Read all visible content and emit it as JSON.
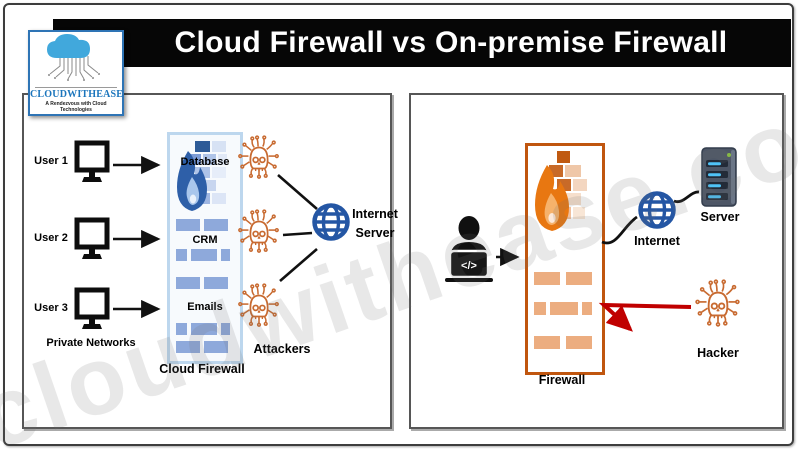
{
  "header": {
    "title": "Cloud Firewall vs On-premise Firewall"
  },
  "logo": {
    "name": "CLOUDWITHEASE",
    "tagline": "A Rendezvous with Cloud Technologies"
  },
  "watermark": {
    "text": "cloudwithease.com"
  },
  "left_panel": {
    "users": [
      {
        "label": "User 1"
      },
      {
        "label": "User 2"
      },
      {
        "label": "User 3"
      }
    ],
    "private_networks_label": "Private Networks",
    "cloud_firewall": {
      "label": "Cloud Firewall",
      "services": [
        {
          "name": "Database"
        },
        {
          "name": "CRM"
        },
        {
          "name": "Emails"
        }
      ]
    },
    "attackers_label": "Attackers",
    "internet_server_label": {
      "line1": "Internet",
      "line2": "Server"
    }
  },
  "right_panel": {
    "laptop_glyph": "</>",
    "firewall_label": "Firewall",
    "internet_label": "Internet",
    "server_label": "Server",
    "hacker_label": "Hacker"
  },
  "colors": {
    "banner_bg": "#060606",
    "banner_text": "#ffffff",
    "cloud_firewall_border": "#BDD7EE",
    "brick_blue": "#8EA9DB",
    "flame_blue": "#2E5FA8",
    "onprem_firewall_border": "#C0560F",
    "brick_orange": "#ECAD80",
    "flame_orange": "#E87711",
    "attacker_icon": "#C86A30",
    "globe_blue": "#2456A4",
    "blocked_arrow_red": "#C00000",
    "connector_black": "#111111",
    "logo_blue": "#1B75BC",
    "logo_cloud": "#41A8DC"
  }
}
